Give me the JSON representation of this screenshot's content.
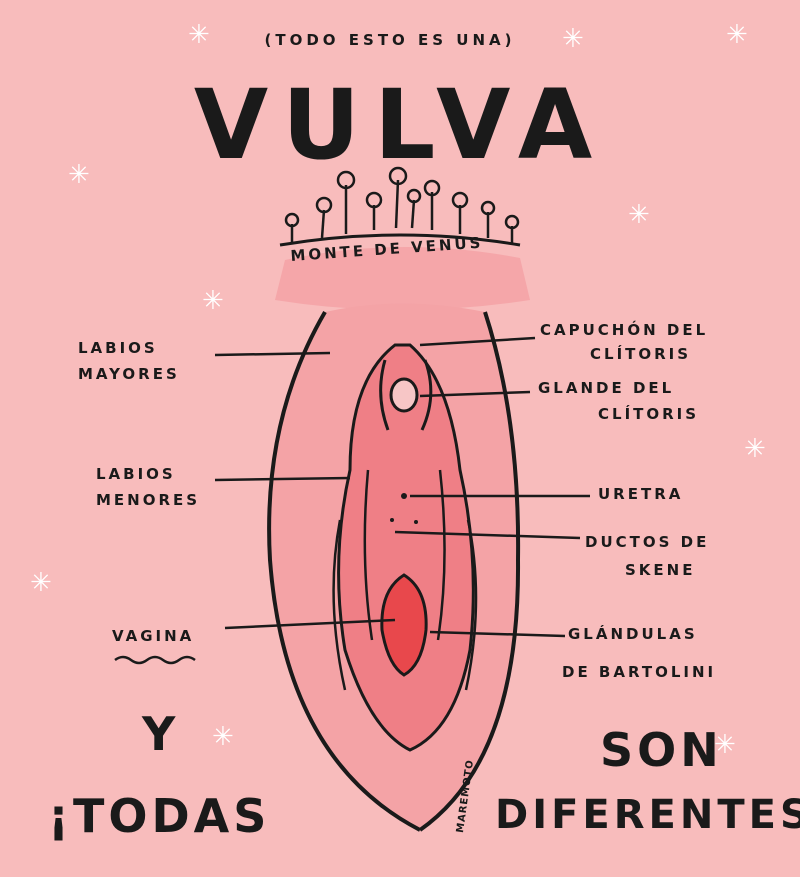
{
  "header": {
    "subtitle": "(TODO ESTO ES UNA)",
    "title": "VULVA"
  },
  "labels": {
    "monte": "MONTE DE VENUS",
    "labios_mayores": [
      "LABIOS",
      "MAYORES"
    ],
    "labios_menores": [
      "LABIOS",
      "MENORES"
    ],
    "vagina": "VAGINA",
    "capuchon": [
      "CAPUCHÓN DEL",
      "CLÍTORIS"
    ],
    "glande": [
      "GLANDE DEL",
      "CLÍTORIS"
    ],
    "uretra": "URETRA",
    "ductos": [
      "DUCTOS DE",
      "SKENE"
    ],
    "glandulas": [
      "GLÁNDULAS",
      "DE BARTOLINI"
    ]
  },
  "footer": {
    "y": "Y",
    "todas": "¡TODAS",
    "son": "SON",
    "diferentes": "DIFERENTES!",
    "signature": "MAREMOTO"
  },
  "colors": {
    "background": "#f8bcbc",
    "skin_outer": "#f4a3a6",
    "skin_inner": "#ef7f86",
    "vaginal_opening": "#e8484c",
    "ink": "#1a1a1a",
    "sparkle": "#ffffff"
  }
}
